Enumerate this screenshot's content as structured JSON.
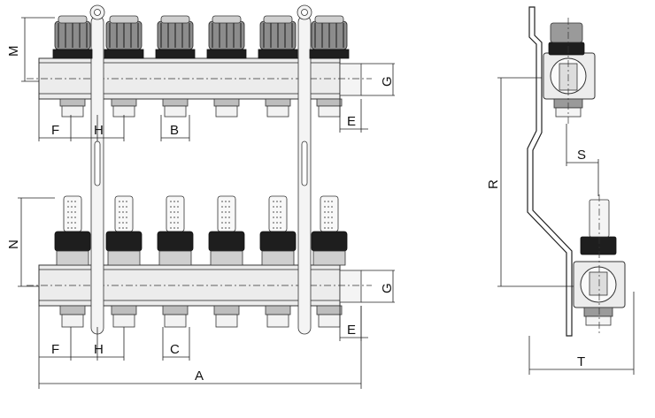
{
  "dimensions": {
    "M": "M",
    "G_top": "G",
    "E_top": "E",
    "F_top": "F",
    "H_top": "H",
    "B": "B",
    "N": "N",
    "G_bottom": "G",
    "E_bottom": "E",
    "F_bottom": "F",
    "H_bottom": "H",
    "C": "C",
    "A": "A",
    "R": "R",
    "S": "S",
    "T": "T"
  },
  "colors": {
    "line": "#222222",
    "body": "#ececec",
    "dark": "#1e1e1e"
  }
}
